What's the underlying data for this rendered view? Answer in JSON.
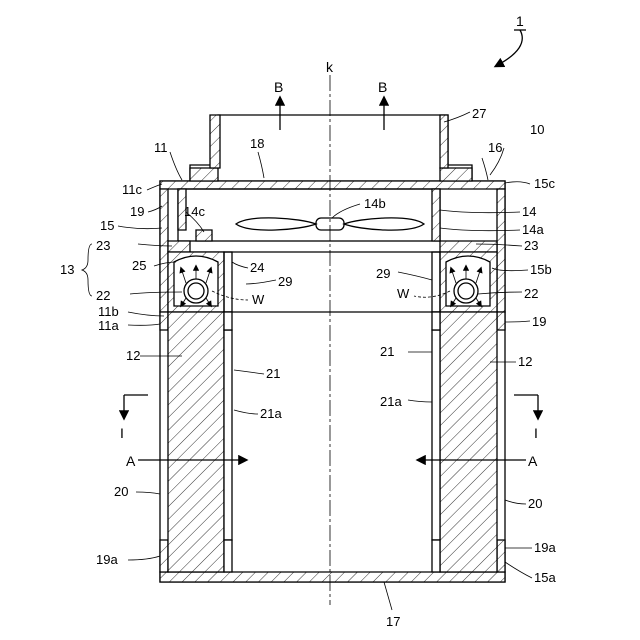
{
  "figure": {
    "id_label": "1",
    "axis_label": "k",
    "flow_out_label_left": "B",
    "flow_out_label_right": "B",
    "flow_in_label_left": "A",
    "flow_in_label_right": "A",
    "section_label_left": "I",
    "section_label_right": "I",
    "airflow_label_left": "W",
    "airflow_label_right": "W"
  },
  "labels": {
    "l27": "27",
    "l10": "10",
    "l11": "11",
    "l18": "18",
    "l16": "16",
    "l11c": "11c",
    "l15c": "15c",
    "l19_top": "19",
    "l14c": "14c",
    "l14b": "14b",
    "l14": "14",
    "l15": "15",
    "l14a": "14a",
    "l23_left": "23",
    "l23_left2": "23",
    "l23_right": "23",
    "l13": "13",
    "l25": "25",
    "l24": "24",
    "l29_left": "29",
    "l29_right": "29",
    "l15b": "15b",
    "l22_left": "22",
    "l22_right": "22",
    "l11b": "11b",
    "l11a": "11a",
    "l19_right": "19",
    "l12_left": "12",
    "l12_right": "12",
    "l21_left": "21",
    "l21_right": "21",
    "l21a_left": "21a",
    "l21a_right": "21a",
    "l20_left": "20",
    "l20_right": "20",
    "l19a_left": "19a",
    "l19a_right": "19a",
    "l15a": "15a",
    "l17": "17"
  }
}
